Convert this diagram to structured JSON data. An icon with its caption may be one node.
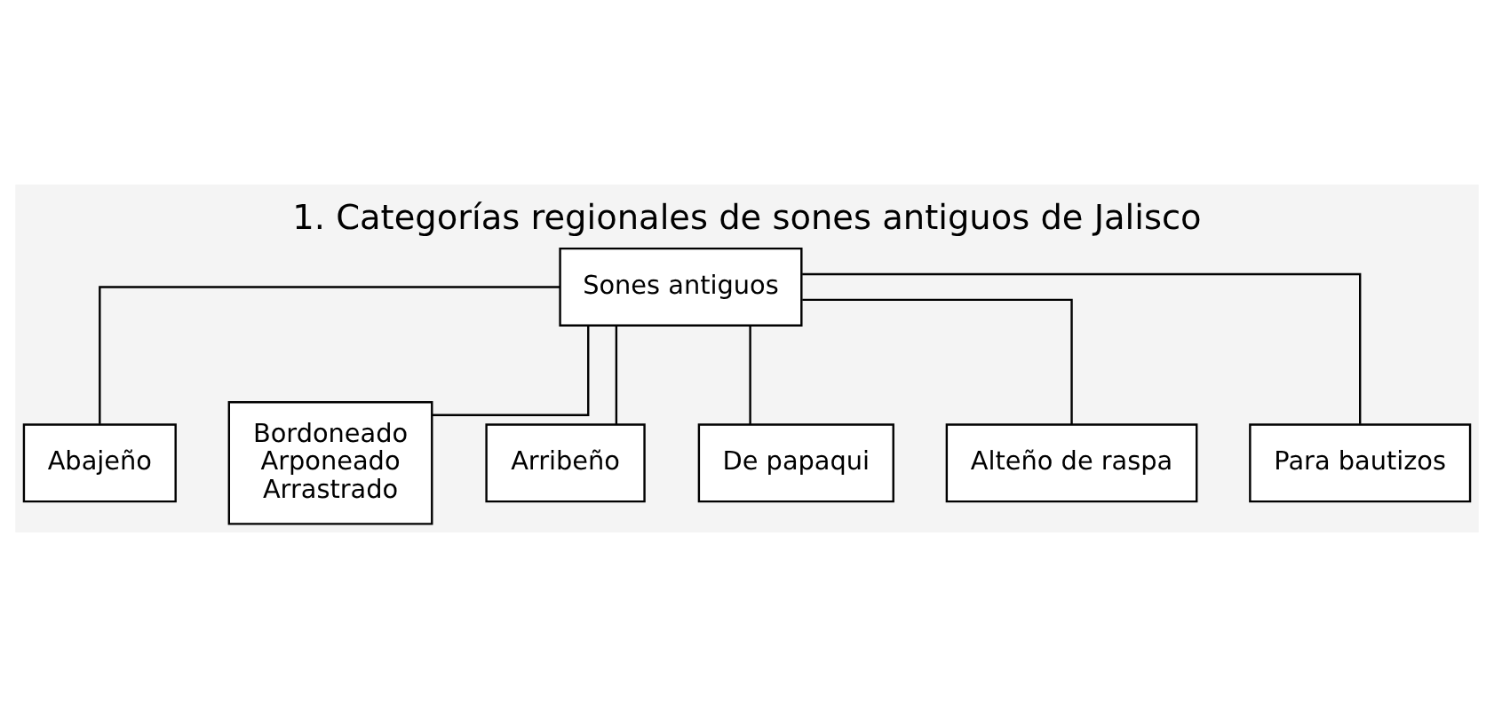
{
  "diagram": {
    "title": "1. Categorías regionales de sones antiguos de Jalisco",
    "nodes": [
      {
        "text": [
          "Sones antiguos"
        ]
      },
      {
        "text": [
          "Abajeño"
        ]
      },
      {
        "text": [
          "Bordoneado",
          "Arponeado",
          "Arrastrado"
        ]
      },
      {
        "text": [
          "Arribeño"
        ]
      },
      {
        "text": [
          "De papaqui"
        ]
      },
      {
        "text": [
          "Alteño de raspa"
        ]
      },
      {
        "text": [
          "Para bautizos"
        ]
      }
    ],
    "edges": [
      {
        "from": 0,
        "to": 1,
        "arrow": "none"
      },
      {
        "from": 0,
        "to": 2,
        "arrow": "none"
      },
      {
        "from": 0,
        "to": 3,
        "arrow": "none"
      },
      {
        "from": 0,
        "to": 4,
        "arrow": "none"
      },
      {
        "from": 0,
        "to": 5,
        "arrow": "none"
      },
      {
        "from": 0,
        "to": 6,
        "arrow": "none"
      }
    ]
  }
}
